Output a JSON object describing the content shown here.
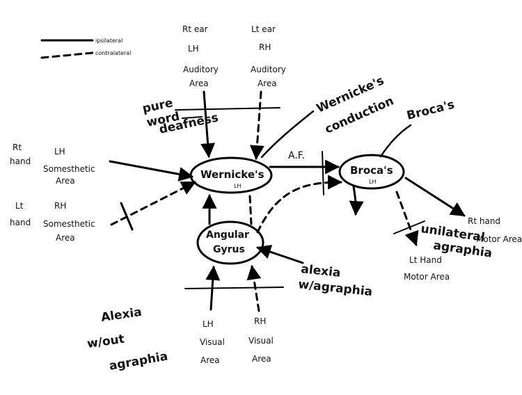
{
  "legend": {
    "ipsilateral": "ipsilateral",
    "contralateral": "contralateral"
  },
  "inputs": {
    "rt_ear": {
      "line1": "Rt ear",
      "line2": "LH",
      "line3": "Auditory",
      "line4": "Area"
    },
    "lt_ear": {
      "line1": "Lt ear",
      "line2": "RH",
      "line3": "Auditory",
      "line4": "Area"
    },
    "rt_hand": {
      "line1": "Rt",
      "line2": "hand"
    },
    "lt_hand": {
      "line1": "Lt",
      "line2": "hand"
    },
    "lh_somesthetic": {
      "line1": "LH",
      "line2": "Somesthetic",
      "line3": "Area"
    },
    "rh_somesthetic": {
      "line1": "RH",
      "line2": "Somesthetic",
      "line3": "Area"
    },
    "lh_visual": {
      "line1": "LH",
      "line2": "Visual",
      "line3": "Area"
    },
    "rh_visual": {
      "line1": "RH",
      "line2": "Visual",
      "line3": "Area"
    }
  },
  "nodes": {
    "wernicke": {
      "label": "Wernicke's",
      "sub": "LH"
    },
    "broca": {
      "label": "Broca's",
      "sub": "LH"
    },
    "angular": {
      "line1": "Angular",
      "line2": "Gyrus"
    }
  },
  "edges": {
    "af": "A.F."
  },
  "outputs": {
    "rt_hand_motor": {
      "line1": "Rt hand",
      "line2": "Motor Area"
    },
    "lt_hand_motor": {
      "line1": "Lt Hand",
      "line2": "Motor Area"
    }
  },
  "lesions": {
    "pure_word_deafness": {
      "line1": "pure",
      "line2": "word",
      "line3": "deafness"
    },
    "wernickes": "Wernicke's",
    "conduction": "conduction",
    "brocas": "Broca's",
    "unilateral_agraphia": {
      "line1": "unilateral",
      "line2": "agraphia"
    },
    "alexia_with_agraphia": {
      "line1": "alexia",
      "line2": "w/agraphia"
    },
    "alexia_without_agraphia": {
      "line1": "Alexia",
      "line2": "w/out",
      "line3": "agraphia"
    }
  }
}
